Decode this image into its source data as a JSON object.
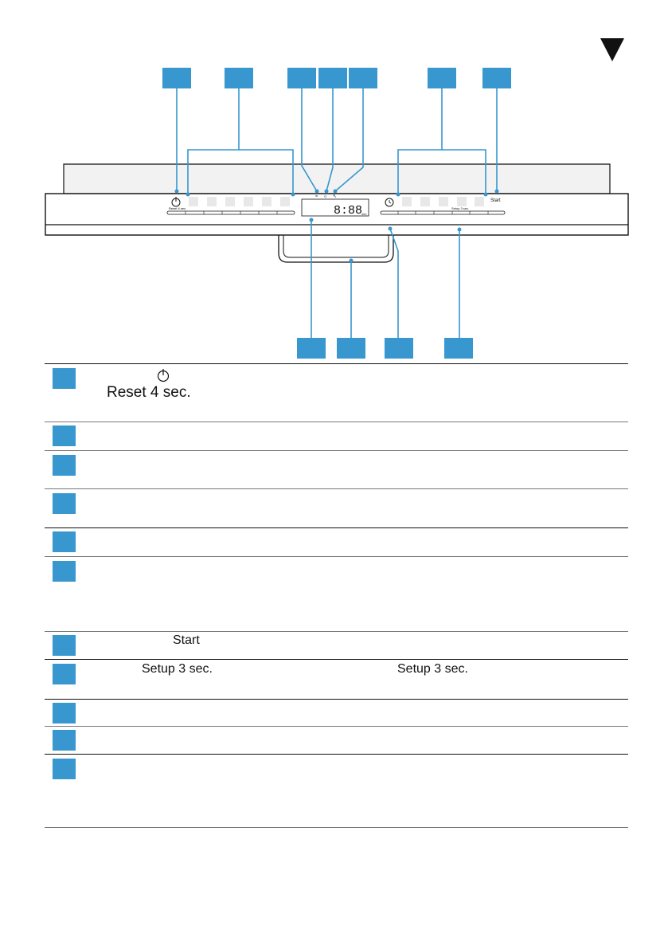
{
  "page_marker": "triangle-right",
  "colors": {
    "callout": "#3897cf",
    "line": "#111111",
    "panel": "#f2f2f2"
  },
  "panel": {
    "reset_label": "Reset 4 sec.",
    "start_label": "Start",
    "setup_label": "Setup 3 sec.",
    "display_digits": "8:88",
    "display_unit": "min"
  },
  "legend": {
    "row1": {
      "reset_text": "Reset 4 sec."
    },
    "row7": {
      "start_text": "Start"
    },
    "row8": {
      "setup_left": "Setup 3 sec.",
      "setup_right": "Setup 3 sec."
    }
  }
}
